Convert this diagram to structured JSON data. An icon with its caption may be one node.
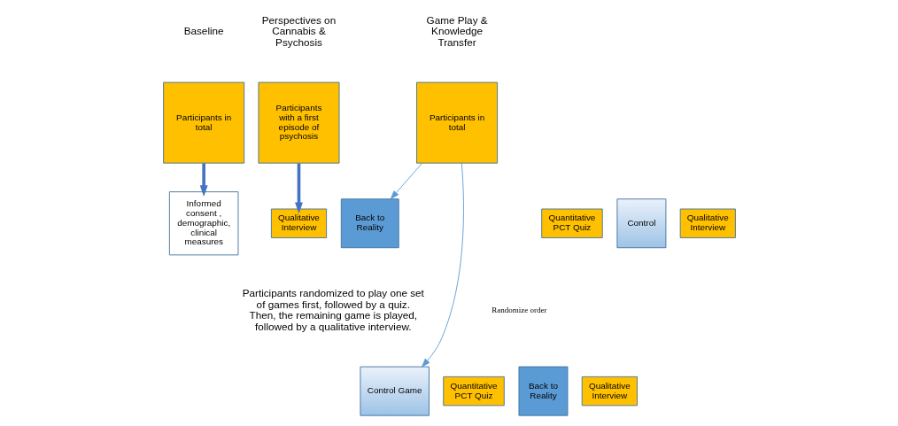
{
  "diagram": {
    "nodes": [
      {
        "text": [
          "Participants in total"
        ]
      },
      {
        "text": [
          "Informed consent , demographic, clinical measures"
        ]
      },
      {
        "text": [
          "Participants with a first episode of psychosis"
        ]
      },
      {
        "text": [
          "Qualitative Interview"
        ]
      },
      {
        "text": [
          "Participants in total"
        ]
      },
      {
        "text": [
          "Back to Reality"
        ]
      },
      {
        "text": [
          "Quantitative PCT Quiz"
        ]
      },
      {
        "text": [
          "Control"
        ]
      },
      {
        "text": [
          "Qualitative Interview"
        ]
      },
      {
        "text": [
          "Control Game"
        ]
      },
      {
        "text": [
          "Quantitative PCT Quiz"
        ]
      },
      {
        "text": [
          "Back to Reality"
        ]
      },
      {
        "text": [
          "Qualitative Interview"
        ]
      }
    ],
    "edges": [
      {
        "from": 0,
        "to": 1,
        "arrow": "to",
        "style": "thick",
        "color": "#4472c4"
      },
      {
        "from": 2,
        "to": 3,
        "arrow": "to",
        "style": "thick",
        "color": "#4472c4"
      },
      {
        "from": 4,
        "to": 5,
        "arrow": "to",
        "color": "#5b9bd5"
      },
      {
        "from": 4,
        "to": 9,
        "arrow": "to",
        "color": "#5b9bd5"
      }
    ],
    "labels": [
      "Baseline",
      "Perspectives on Cannabis & Psychosis",
      "Game Play & Knowledge Transfer",
      "Randomize order",
      "Participants randomized to play one set of games first, followed by a quiz. Then, the remaining game is played, followed by a qualitative interview."
    ]
  }
}
